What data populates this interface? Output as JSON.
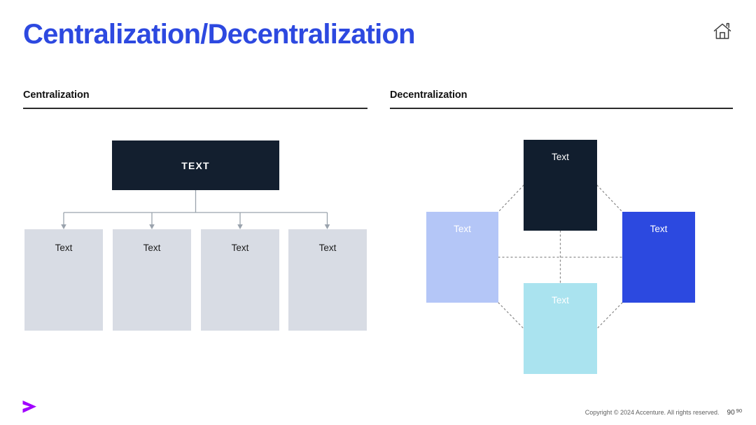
{
  "slide": {
    "title": "Centralization/Decentralization",
    "title_color": "#2d49e0",
    "background": "#ffffff",
    "home_icon": "home-icon"
  },
  "columns": {
    "left": {
      "heading": "Centralization"
    },
    "right": {
      "heading": "Decentralization"
    }
  },
  "org_chart": {
    "root": {
      "label": "TEXT",
      "fill": "#131f2f",
      "text_color": "#ffffff"
    },
    "children": [
      {
        "label": "Text",
        "fill": "#d8dce4",
        "text_color": "#1d1d1d"
      },
      {
        "label": "Text",
        "fill": "#d8dce4",
        "text_color": "#1d1d1d"
      },
      {
        "label": "Text",
        "fill": "#d8dce4",
        "text_color": "#1d1d1d"
      },
      {
        "label": "Text",
        "fill": "#d8dce4",
        "text_color": "#1d1d1d"
      }
    ],
    "connector_color": "#9aa3ad",
    "connector_style": "solid-with-arrowheads"
  },
  "network": {
    "nodes": [
      {
        "position": "top",
        "label": "Text",
        "fill": "#111e2e",
        "text_color": "#ffffff"
      },
      {
        "position": "left",
        "label": "Text",
        "fill": "#b4c6f7",
        "text_color": "#ffffff"
      },
      {
        "position": "right",
        "label": "Text",
        "fill": "#2c49e0",
        "text_color": "#ffffff"
      },
      {
        "position": "bottom",
        "label": "Text",
        "fill": "#aae3ef",
        "text_color": "#ffffff"
      }
    ],
    "link_color": "#8d8d8d",
    "link_style": "dotted"
  },
  "footer": {
    "logo": "accenture-greater-than-logo",
    "logo_color": "#a100ff",
    "copyright": "Copyright © 2024 Accenture. All rights reserved.",
    "page_number": "90",
    "page_number_total": "90"
  }
}
